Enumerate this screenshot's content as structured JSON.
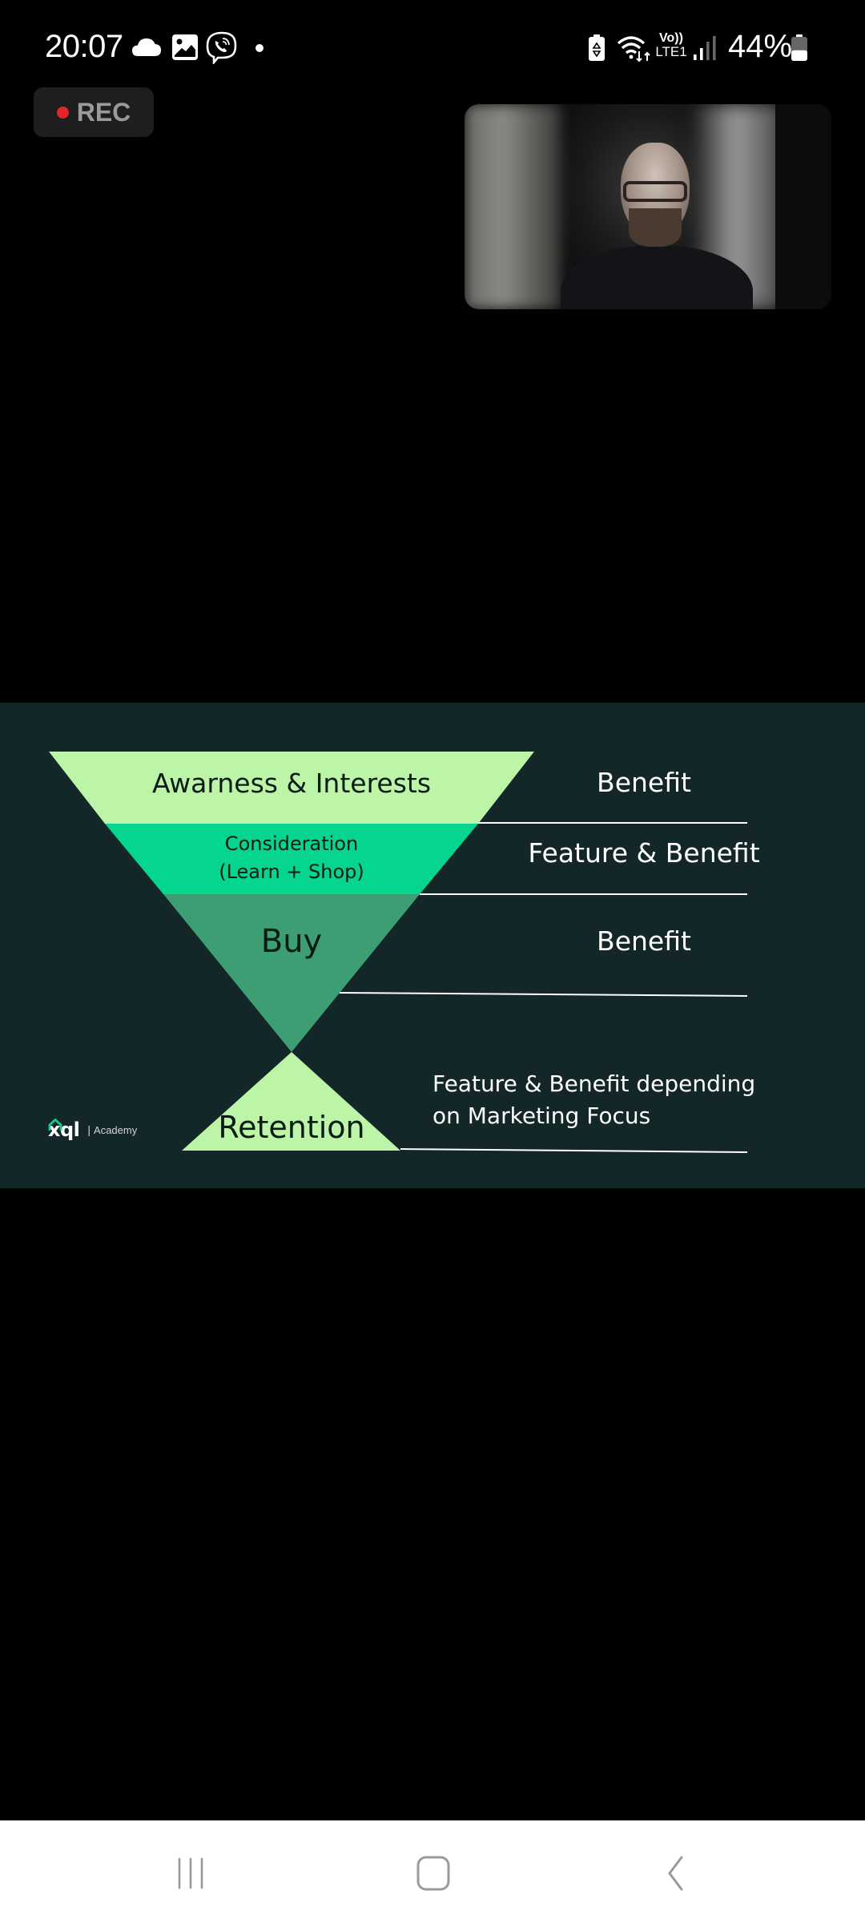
{
  "status_bar": {
    "time": "20:07",
    "left_icons": [
      "cloud-icon",
      "gallery-image-icon",
      "viber-call-icon",
      "notification-dot-icon"
    ],
    "right_icons": [
      "battery-saver-icon",
      "wifi-icon",
      "volte-lte1-icon",
      "signal-bars-icon",
      "battery-icon"
    ],
    "volte_top": "Vo))",
    "volte_bottom": "LTE1",
    "battery_percent": "44%",
    "battery_level": 0.44
  },
  "recording": {
    "label": "REC",
    "dot_color": "#e0262a"
  },
  "self_view": {
    "description": "participant camera preview"
  },
  "slide": {
    "background_color": "#132628",
    "funnel": [
      {
        "label": "Awarness & Interests",
        "color": "#bcf5a8"
      },
      {
        "label_line1": "Consideration",
        "label_line2": "(Learn + Shop)",
        "color": "#05d58e"
      },
      {
        "label": "Buy",
        "color": "#3d9e73"
      }
    ],
    "retention": {
      "label": "Retention",
      "color": "#bcf5a8"
    },
    "side_labels": [
      {
        "text": "Benefit"
      },
      {
        "text": "Feature & Benefit"
      },
      {
        "text": "Benefit"
      },
      {
        "line1": "Feature & Benefit depending",
        "line2": "on Marketing Focus"
      }
    ],
    "logo": {
      "brand": "xql",
      "separator": "|",
      "suffix": "Academy",
      "accent_color": "#1fc78a"
    }
  },
  "nav_bar": {
    "recents_label": "Recent apps",
    "home_label": "Home",
    "back_label": "Back"
  }
}
